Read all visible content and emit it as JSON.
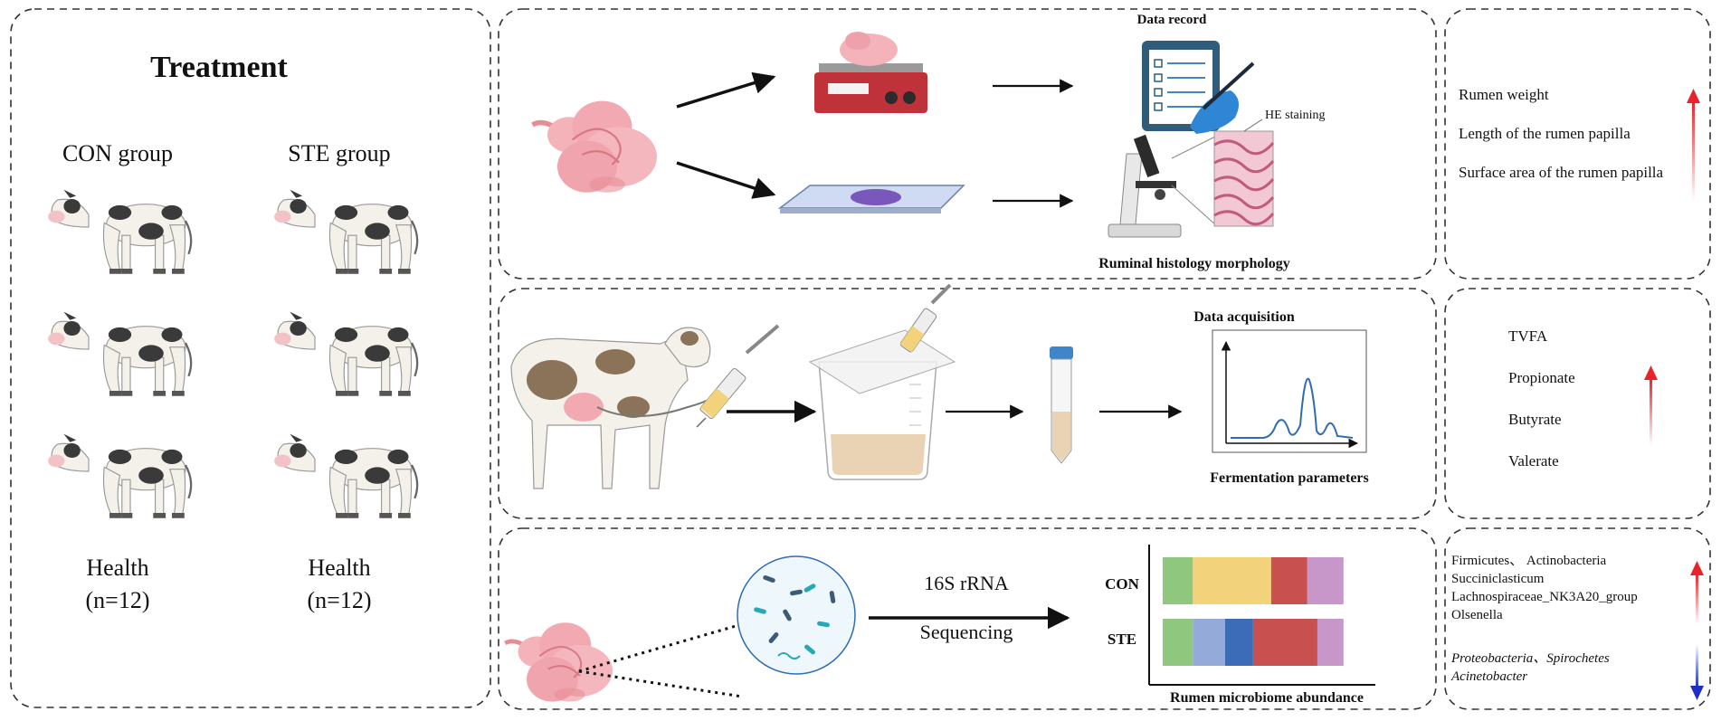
{
  "treatment": {
    "title": "Treatment",
    "con_group": "CON group",
    "ste_group": "STE group",
    "con_health": "Health",
    "con_n": "(n=12)",
    "ste_health": "Health",
    "ste_n": "(n=12)"
  },
  "sampling": {
    "data_record": "Data record",
    "he_staining": "HE staining",
    "histology": "Ruminal histology morphology"
  },
  "fermentation": {
    "data_acquisition": "Data acquisition",
    "parameters": "Fermentation parameters"
  },
  "sequencing": {
    "method_line1": "16S rRNA",
    "method_line2": "Sequencing",
    "con_label": "CON",
    "ste_label": "STE",
    "caption": "Rumen microbiome abundance",
    "con_segments": [
      {
        "share": 0.15,
        "color": "#8fc77f"
      },
      {
        "share": 0.39,
        "color": "#f2d27a"
      },
      {
        "share": 0.18,
        "color": "#c8504e"
      },
      {
        "share": 0.18,
        "color": "#c897c9"
      }
    ],
    "ste_segments": [
      {
        "share": 0.15,
        "color": "#8fc77f"
      },
      {
        "share": 0.16,
        "color": "#94aad8"
      },
      {
        "share": 0.14,
        "color": "#3c6cb8"
      },
      {
        "share": 0.32,
        "color": "#c8504e"
      },
      {
        "share": 0.13,
        "color": "#c897c9"
      }
    ]
  },
  "results_rumen": {
    "items": [
      "Rumen weight",
      "Length of the rumen papilla",
      "Surface area of the rumen papilla"
    ],
    "arrow_color": "#e8232a"
  },
  "results_fermentation": {
    "items": [
      "TVFA",
      "Propionate",
      "Butyrate",
      "Valerate"
    ],
    "arrow_color": "#e8232a"
  },
  "results_microbiome": {
    "up_items": [
      "Firmicutes、 Actinobacteria",
      "Succiniclasticum",
      "Lachnospiraceae_NK3A20_group",
      "Olsenella"
    ],
    "down_items": [
      "Proteobacteria、Spirochetes",
      "Acinetobacter"
    ],
    "up_color": "#e8232a",
    "down_color": "#1e2fc8"
  }
}
